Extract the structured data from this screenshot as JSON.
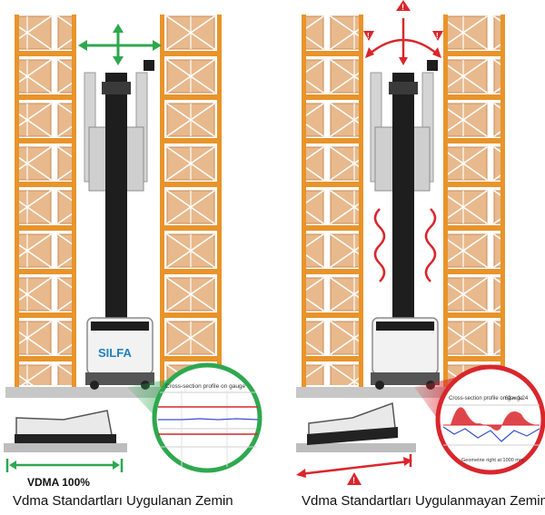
{
  "left_panel": {
    "logo_text": "SILFA",
    "gauge_title": "Cross-section profile on gauge",
    "dimension_label": "VDMA 100%",
    "caption": "Vdma Standartları Uygulanan Zemin"
  },
  "right_panel": {
    "gauge_title": "Cross-section profile on gauge",
    "gauge_value": "62 = 1.24",
    "gauge_footer": "Geometrie right at 1000 mm",
    "warning_symbol": "!",
    "caption": "Vdma Standartları Uygulanmayan Zemin"
  },
  "colors": {
    "rack_orange": "#e8942a",
    "pallet_box": "#e8b98c",
    "ok_green": "#2ea84f",
    "warn_red": "#d9262c",
    "mast_black": "#1e1e1e"
  }
}
